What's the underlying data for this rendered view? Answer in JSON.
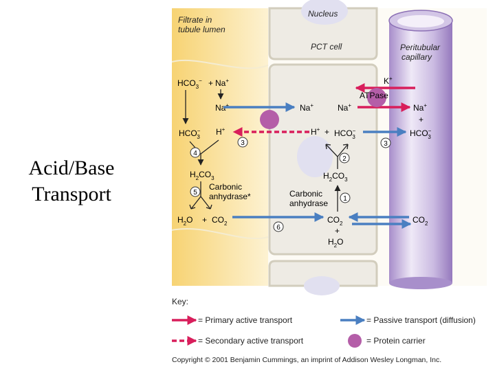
{
  "slide": {
    "title_line1": "Acid/Base",
    "title_line2": "Transport"
  },
  "colors": {
    "primary_active": "#d81e5b",
    "passive": "#4a7fc1",
    "carrier": "#b45ea8",
    "cell": "#eeebe4",
    "cell_border": "#d2cdbd",
    "lumen": "#fae5a8",
    "capillary": "#d3c6e6"
  },
  "regions": {
    "lumen_line1": "Filtrate in",
    "lumen_line2": "tubule lumen",
    "nucleus": "Nucleus",
    "pct_cell": "PCT cell",
    "capillary_line1": "Peritubular",
    "capillary_line2": "capillary"
  },
  "labels": {
    "hco3": "HCO",
    "three": "3",
    "minus": "−",
    "na": "Na",
    "plus": "+",
    "h": "H",
    "k": "K",
    "atpase": "ATPase",
    "h2co3_h": "H",
    "h2co3_2": "2",
    "h2co3_co": "CO",
    "h2co3_3": "3",
    "carbonic": "Carbonic",
    "anhydrase": "anhydrase",
    "anhydrase_star": "anhydrase*",
    "h2o_h": "H",
    "h2o_2": "2",
    "h2o_o": "O",
    "co": "CO",
    "co2_sub": "2"
  },
  "steps": [
    "1",
    "2",
    "3",
    "4",
    "5",
    "6"
  ],
  "key": {
    "title": "Key:",
    "primary": "= Primary active transport",
    "passive": "= Passive transport (diffusion)",
    "secondary": "= Secondary active transport",
    "carrier": "= Protein carrier"
  },
  "copyright": "Copyright © 2001 Benjamin Cummings, an imprint of Addison Wesley Longman, Inc."
}
